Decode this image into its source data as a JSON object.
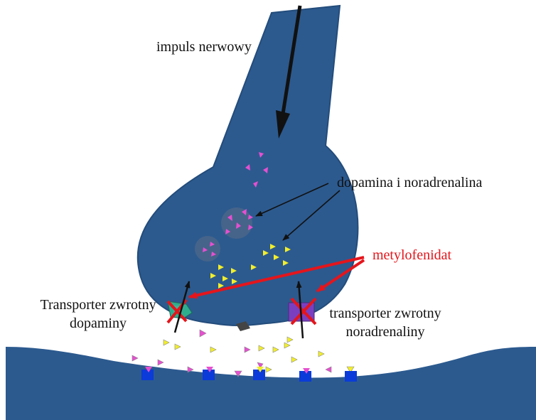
{
  "labels": {
    "impulse": "impuls nerwowy",
    "neurotransmitters": "dopamina i noradrenalina",
    "drug": "metylofenidat",
    "dat_line1": "Transporter zwrotny",
    "dat_line2": "dopaminy",
    "net_line1": "transporter zwrotny",
    "net_line2": "noradrenaliny"
  },
  "colors": {
    "neuron": "#2c5a8f",
    "dopamine": "#e64fd0",
    "noradrenaline": "#f2ee2a",
    "receptor": "#0b3bd8",
    "drug_arrow": "#e5151b",
    "dat": "#2fae8e",
    "net": "#7a3fc1"
  }
}
